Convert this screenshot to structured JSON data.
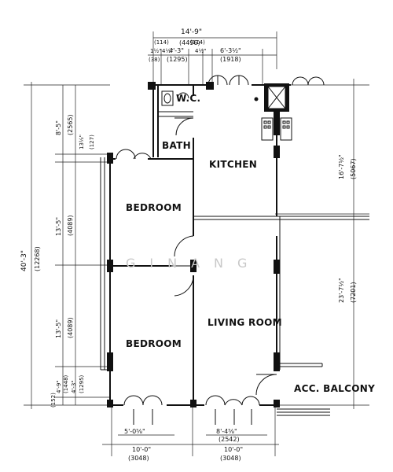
{
  "rooms": {
    "wc": "W.C.",
    "bath": "BATH",
    "kitchen": "KITCHEN",
    "bedroom1": "BEDROOM",
    "bedroom2": "BEDROOM",
    "living": "LIVING ROOM",
    "balcony": "ACC. BALCONY"
  },
  "dimensions": {
    "top_overall": "14'-9\"",
    "top_overall_mm": "(4496)",
    "top_a": "(114)",
    "top_b_ft": "1½\"",
    "top_b_in": "4½\"",
    "top_b_mm": "(38)",
    "top_c": "4'-3\"",
    "top_c_mm": "(1295)",
    "top_d": "(114)",
    "top_d_in": "4½\"",
    "top_e": "6'-3½\"",
    "top_e_mm": "(1918)",
    "left_overall": "40'-3\"",
    "left_overall_mm": "(12268)",
    "left_a": "8'-5\"",
    "left_a_mm": "(2565)",
    "left_b": "13½\"",
    "left_b_mm": "(127)",
    "left_c": "13'-5\"",
    "left_c_mm": "(4089)",
    "left_d": "13'-5\"",
    "left_d_mm": "(4089)",
    "left_e": "4'-9\"",
    "left_e_mm": "(1448)",
    "left_f": "4'-3\"",
    "left_f_mm": "(1295)",
    "left_g": "(152)",
    "right_a": "16'-7½\"",
    "right_a_mm": "(5067)",
    "right_b": "23'-7½\"",
    "right_b_mm": "(7201)",
    "bot_a": "5'-0⅝\"",
    "bot_b": "10'-0\"",
    "bot_b_mm": "(3048)",
    "bot_c": "8'-4⅝\"",
    "bot_c_mm": "(2542)",
    "bot_d": "10'-0\"",
    "bot_d_mm": "(3048)"
  },
  "watermark": "GINANG"
}
